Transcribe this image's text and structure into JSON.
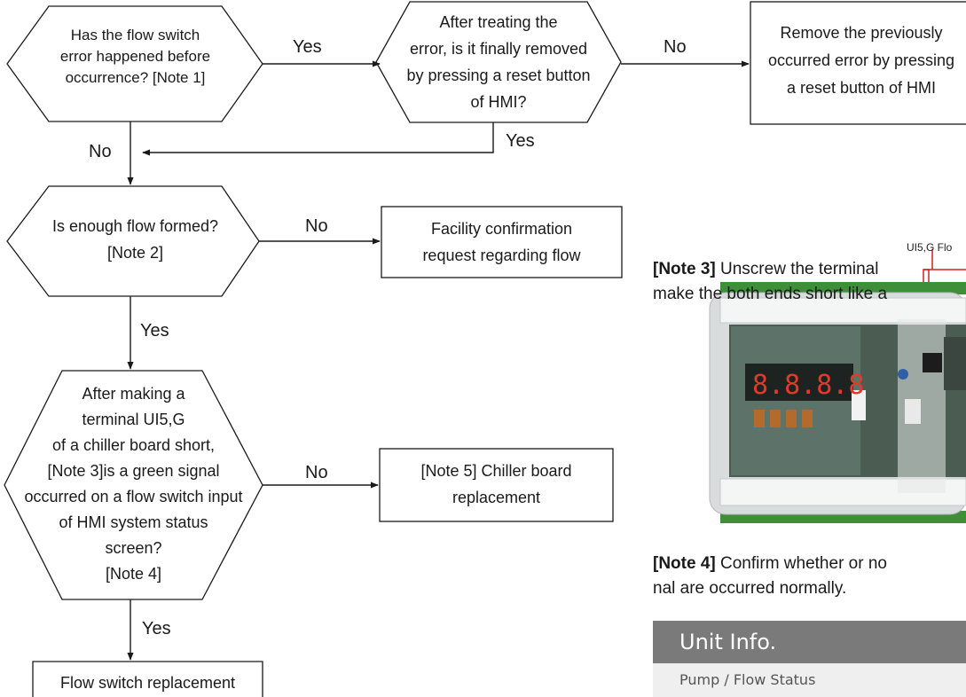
{
  "flowchart": {
    "q1": {
      "lines": [
        "Has the flow switch",
        "error happened before",
        "occurrence? [Note 1]"
      ]
    },
    "q2": {
      "lines": [
        "After treating the",
        "error, is it finally removed",
        "by pressing a reset button",
        "of HMI?"
      ]
    },
    "reset_box": {
      "lines": [
        "Remove the previously",
        "occurred error by pressing",
        "a reset button of HMI"
      ]
    },
    "q3": {
      "lines": [
        "Is enough flow formed?",
        "[Note 2]"
      ]
    },
    "facility_box": {
      "lines": [
        "Facility confirmation",
        "request regarding flow"
      ]
    },
    "q4": {
      "lines": [
        "After making a",
        "terminal UI5,G",
        "of a chiller board short,",
        "[Note 3]is a green signal",
        "occurred on a flow switch input",
        "of HMI system status",
        "screen?",
        "[Note 4]"
      ]
    },
    "board_box": {
      "lines": [
        "[Note 5] Chiller board",
        "replacement"
      ]
    },
    "flow_switch_box": {
      "lines": [
        "Flow switch replacement"
      ]
    },
    "edges": {
      "q1_yes": "Yes",
      "q2_no": "No",
      "q2_yes": "Yes",
      "q1_no": "No",
      "q3_no": "No",
      "q3_yes": "Yes",
      "q4_no": "No",
      "q4_yes": "Yes"
    }
  },
  "notes": {
    "note3": {
      "tag": "[Note 3]",
      "line1": " Unscrew the terminal",
      "line2": "make the both ends short like a"
    },
    "note4": {
      "tag": "[Note 4]",
      "line1": " Confirm whether or no",
      "line2": "nal are occurred normally."
    },
    "board_caption": "UI5,G Flo",
    "board_display": "8.8.8.8"
  },
  "unit_info": {
    "title": "Unit Info.",
    "row": "Pump / Flow Status"
  },
  "colors": {
    "stroke": "#1a1a1a",
    "accent_red": "#d42020",
    "terminal_green": "#3f8f3a"
  }
}
